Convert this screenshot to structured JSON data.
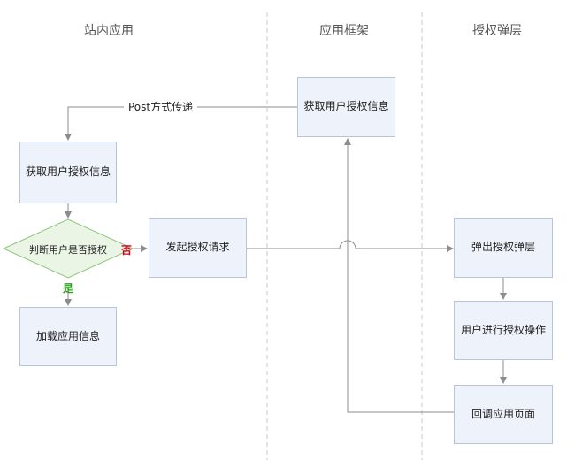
{
  "lanes": {
    "site_app": "站内应用",
    "app_framework": "应用框架",
    "auth_popup": "授权弹层"
  },
  "nodes": {
    "framework_get_auth": "获取用户授权信息",
    "site_get_auth": "获取用户授权信息",
    "check_auth": "判断用户是否授权",
    "send_request": "发起授权请求",
    "load_app": "加载应用信息",
    "show_popup": "弹出授权弹层",
    "user_auth_op": "用户进行授权操作",
    "callback_page": "回调应用页面"
  },
  "edges": {
    "post_transfer": "Post方式传递",
    "no": "否",
    "yes": "是"
  },
  "colors": {
    "box_fill": "#eef2fa",
    "box_border": "#b8c4d8",
    "diamond_fill": "#eaf5e6",
    "diamond_border": "#8cc77c",
    "line": "#8c8c8c",
    "no": "#d0021b",
    "yes": "#2e9c20"
  }
}
